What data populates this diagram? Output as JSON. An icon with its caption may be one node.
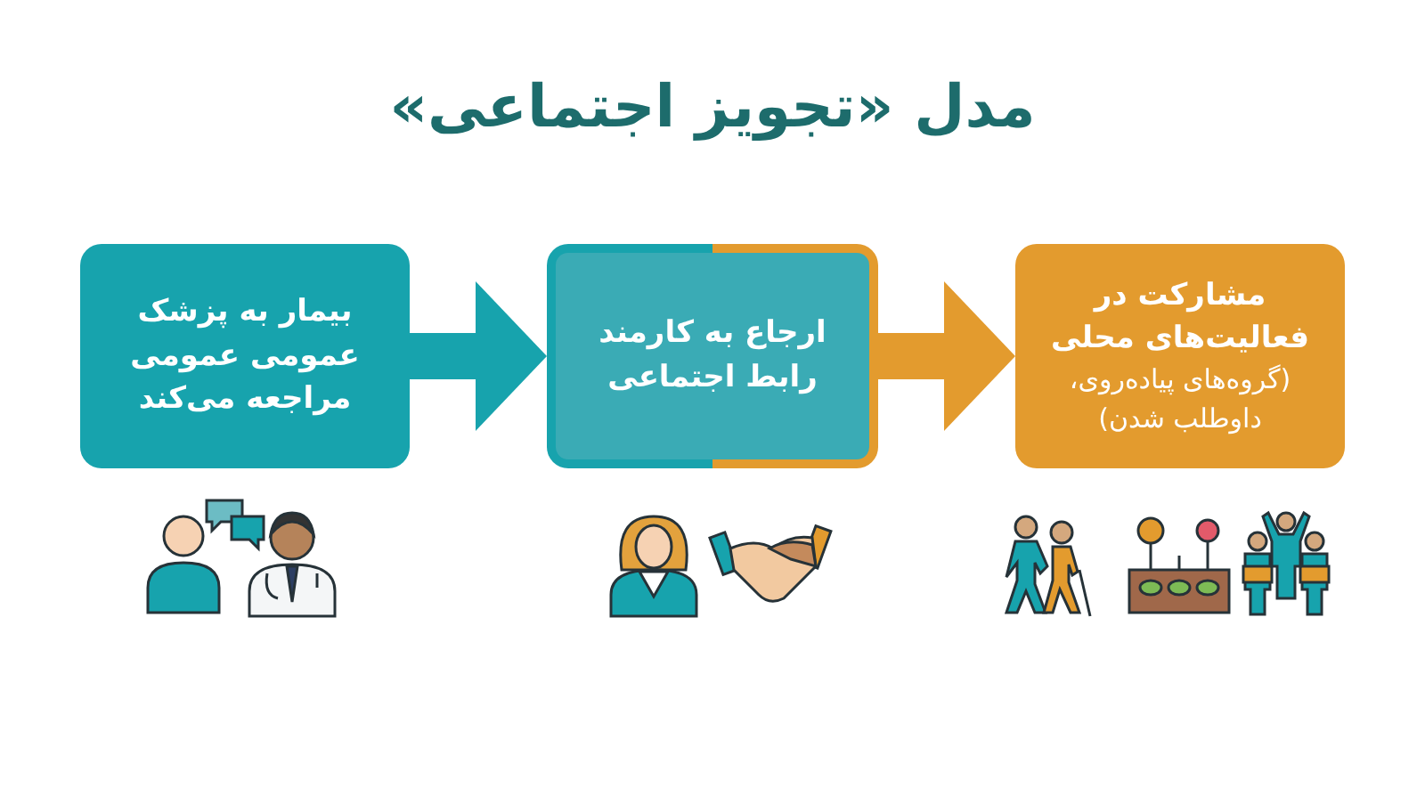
{
  "diagram": {
    "title": "مدل «تجویز اجتماعی»",
    "nodes": [
      {
        "text": [
          "بیمار به پزشک عمومی عمومی مراجعه می‌کند"
        ]
      },
      {
        "text": [
          "ارجاع به کارمند رابط اجتماعی"
        ]
      },
      {
        "text": [
          "مشارکت در فعالیت‌های محلی",
          "(گروه‌های پیاده‌روی، داوطلب شدن)"
        ]
      }
    ],
    "edges": [
      {
        "from": 0,
        "to": 1,
        "arrow": "to",
        "color": "#17a3ad"
      },
      {
        "from": 1,
        "to": 2,
        "arrow": "to",
        "color": "#e39b2e"
      }
    ]
  }
}
